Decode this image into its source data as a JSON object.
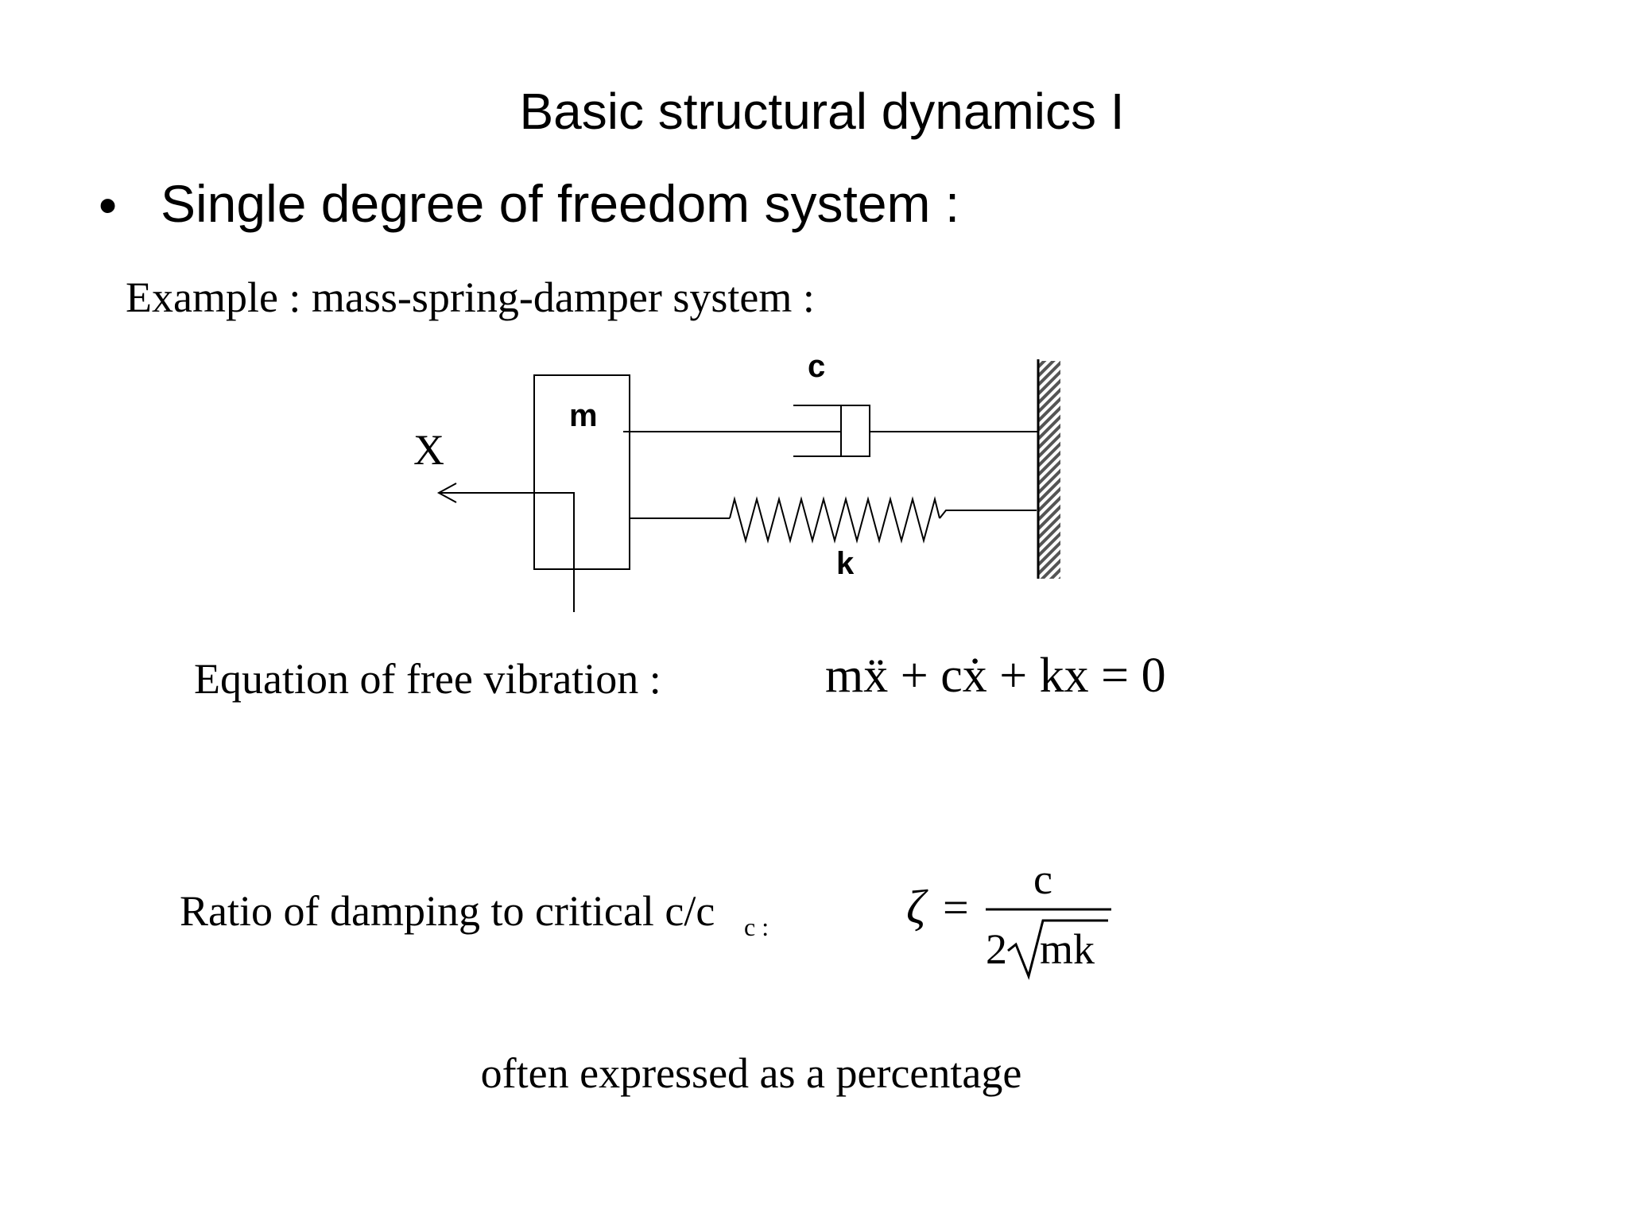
{
  "slide": {
    "title": "Basic structural dynamics I",
    "bullet_symbol": "•",
    "bullet_text": "Single degree of freedom system :",
    "example_text": "Example : mass-spring-damper system :"
  },
  "diagram": {
    "mass_label": "m",
    "damper_label": "c",
    "spring_label": "k",
    "displacement_label": "X"
  },
  "equation": {
    "label": "Equation of free vibration :",
    "formula": "mẍ + cẋ + kx  = 0"
  },
  "damping_ratio": {
    "label": "Ratio of damping to critical c/c",
    "label_subscript": "c :",
    "symbol": "ζ",
    "equals": "=",
    "numerator": "c",
    "denominator_coefficient": "2",
    "denominator_radicand": "mk"
  },
  "footer": {
    "text": "often expressed as a percentage"
  }
}
